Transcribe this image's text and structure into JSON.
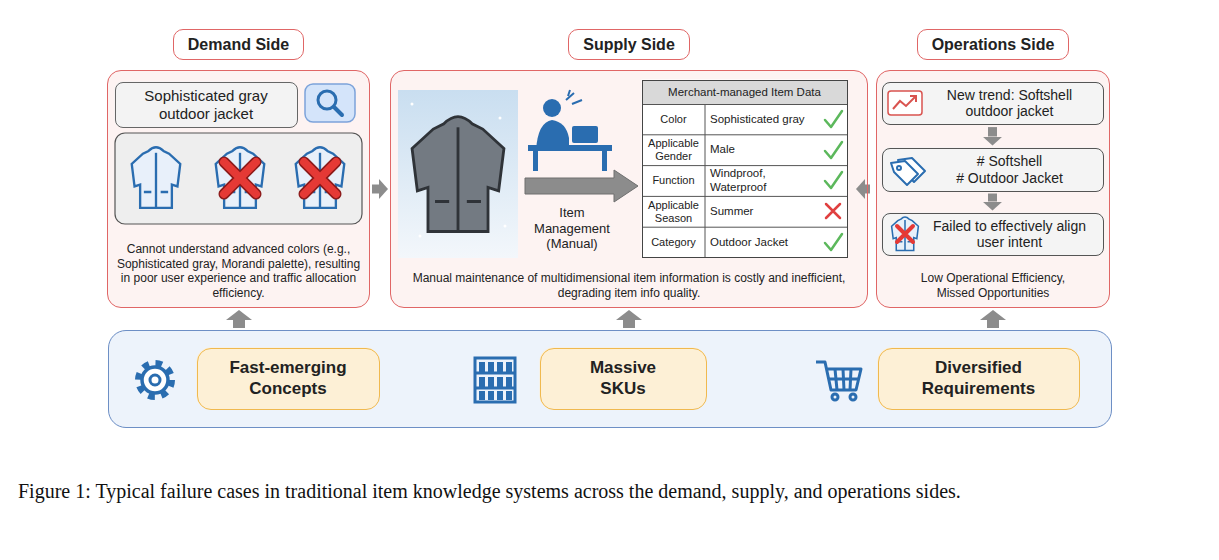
{
  "diagram": {
    "caption": "Figure 1: Typical failure cases in traditional item knowledge systems across the demand, supply, and operations sides.",
    "nodes": [
      {
        "text": [
          "Demand Side",
          "Cannot understand advanced colors (e.g., Sophisticated gray, Morandi palette), resulting in poor user experience and traffic allocation efficiency."
        ]
      },
      {
        "text": [
          "Sophisticated gray outdoor jacket"
        ],
        "in": 0
      },
      {
        "text": [
          "Supply Side",
          "Manual maintenance of multidimensional item information is costly and inefficient, degrading item info quality."
        ]
      },
      {
        "text": [
          "Merchant-managed Item Data"
        ],
        "in": 2
      },
      {
        "text": [
          "Operations Side",
          "Low Operational Efficiency, Missed Opportunities"
        ]
      },
      {
        "text": [
          "New trend: Softshell outdoor jacket"
        ],
        "in": 4
      },
      {
        "text": [
          "# Softshell",
          "# Outdoor Jacket"
        ],
        "in": 4
      },
      {
        "text": [
          "Failed to effectively align user intent"
        ],
        "in": 4
      },
      {
        "text": []
      },
      {
        "text": [
          "Fast-emerging Concepts"
        ],
        "in": 8
      },
      {
        "text": [
          "Massive SKUs"
        ],
        "in": 8
      },
      {
        "text": [
          "Diversified Requirements"
        ],
        "in": 8
      }
    ],
    "edges": [
      {
        "from": 0,
        "to": 2,
        "arrow": "to"
      },
      {
        "from": 2,
        "to": 4,
        "arrow": "to"
      },
      {
        "from": 5,
        "to": 6,
        "arrow": "to"
      },
      {
        "from": 6,
        "to": 7,
        "arrow": "to"
      },
      {
        "from": 8,
        "to": 0,
        "arrow": "to"
      },
      {
        "from": 8,
        "to": 2,
        "arrow": "to"
      },
      {
        "from": 8,
        "to": 4,
        "arrow": "to"
      }
    ],
    "labels": [
      "Item Management (Manual)",
      "Color",
      "Sophisticated gray",
      "Applicable Gender",
      "Male",
      "Function",
      "Windproof, Waterproof",
      "Applicable Season",
      "Summer",
      "Category",
      "Outdoor Jacket"
    ]
  }
}
